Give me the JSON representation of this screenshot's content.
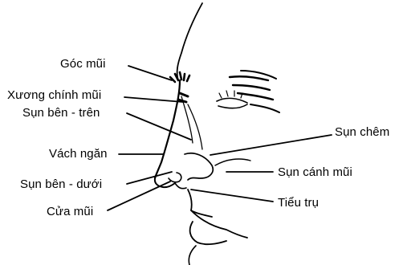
{
  "labels": {
    "goc_mui": "Góc mũi",
    "xuong_chinh_mui": "Xương chính mũi",
    "sun_ben_tren": "Sụn bên - trên",
    "vach_ngan": "Vách ngăn",
    "sun_ben_duoi": "Sụn bên - dưới",
    "cua_mui": "Cửa mũi",
    "sun_chem": "Sụn chêm",
    "sun_canh_mui": "Sụn cánh mũi",
    "tieu_tru": "Tiểu trụ"
  }
}
